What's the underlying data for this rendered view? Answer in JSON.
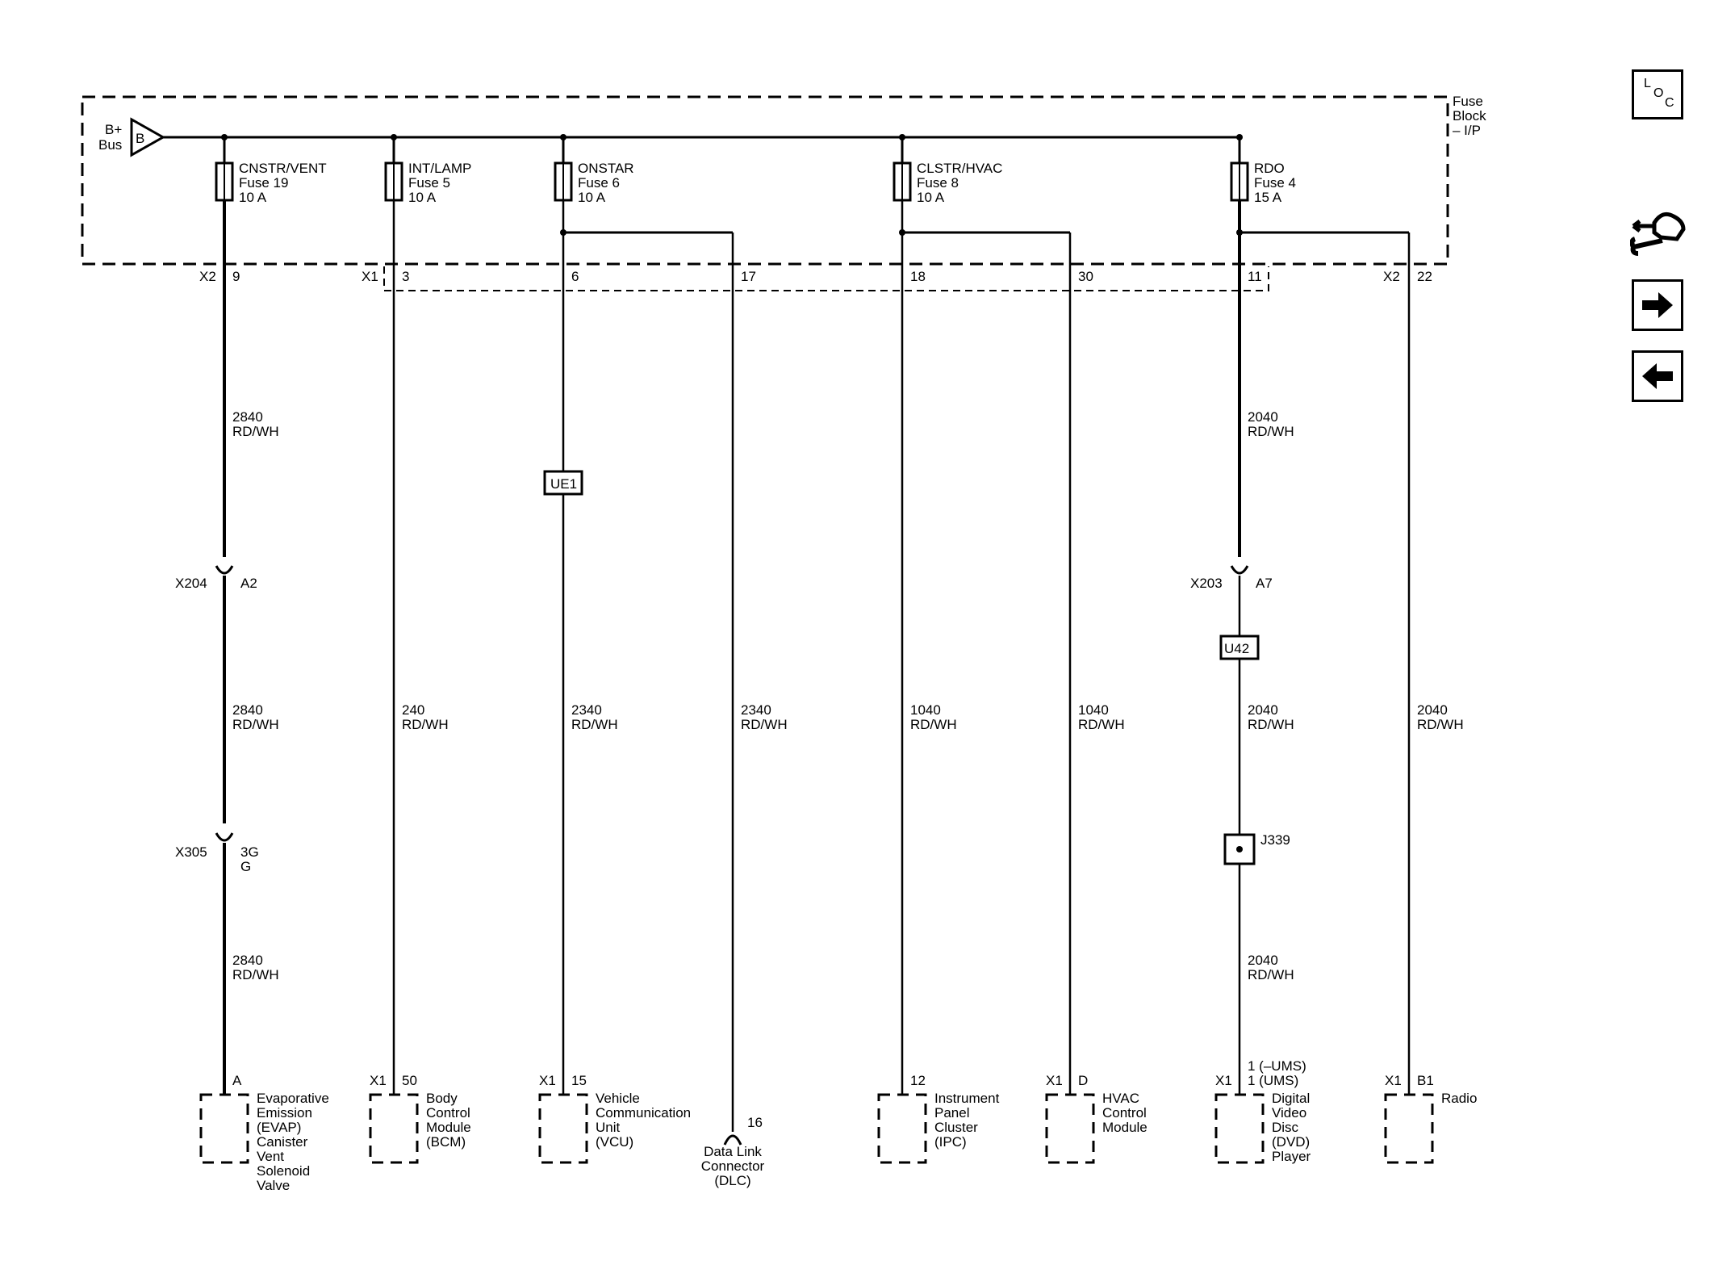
{
  "fuse_block": {
    "label_line1": "Fuse",
    "label_line2": "Block",
    "label_line3": "– I/P"
  },
  "bus": {
    "label_line1": "B+",
    "label_line2": "Bus",
    "symbol": "B"
  },
  "fuses": [
    {
      "name": "CNSTR/VENT",
      "fuse": "Fuse 19",
      "rating": "10 A"
    },
    {
      "name": "INT/LAMP",
      "fuse": "Fuse 5",
      "rating": "10 A"
    },
    {
      "name": "ONSTAR",
      "fuse": "Fuse 6",
      "rating": "10 A"
    },
    {
      "name": "CLSTR/HVAC",
      "fuse": "Fuse 8",
      "rating": "10 A"
    },
    {
      "name": "RDO",
      "fuse": "Fuse 4",
      "rating": "15 A"
    }
  ],
  "connectors": {
    "x2_left": "X2",
    "x1": "X1",
    "x2_right": "X2"
  },
  "pins": [
    "9",
    "3",
    "6",
    "17",
    "18",
    "30",
    "11",
    "22"
  ],
  "wires": {
    "w1_a": {
      "gauge": "2840",
      "color": "RD/WH"
    },
    "w1_b": {
      "gauge": "2840",
      "color": "RD/WH"
    },
    "w1_c": {
      "gauge": "2840",
      "color": "RD/WH"
    },
    "w2": {
      "gauge": "240",
      "color": "RD/WH"
    },
    "w3": {
      "gauge": "2340",
      "color": "RD/WH"
    },
    "w4": {
      "gauge": "2340",
      "color": "RD/WH"
    },
    "w5": {
      "gauge": "1040",
      "color": "RD/WH"
    },
    "w6": {
      "gauge": "1040",
      "color": "RD/WH"
    },
    "w7_a": {
      "gauge": "2040",
      "color": "RD/WH"
    },
    "w7_b": {
      "gauge": "2040",
      "color": "RD/WH"
    },
    "w7_c": {
      "gauge": "2040",
      "color": "RD/WH"
    },
    "w8": {
      "gauge": "2040",
      "color": "RD/WH"
    }
  },
  "inline_connectors": {
    "x204": {
      "name": "X204",
      "pin": "A2"
    },
    "x305": {
      "name": "X305",
      "pin_line1": "3G",
      "pin_line2": "G"
    },
    "x203": {
      "name": "X203",
      "pin": "A7"
    }
  },
  "splices": {
    "ue1": "UE1",
    "u42": "U42",
    "j339": "J339"
  },
  "components": {
    "evap": {
      "pin": "A",
      "lines": [
        "Evaporative",
        "Emission",
        "(EVAP)",
        "Canister",
        "Vent",
        "Solenoid",
        "Valve"
      ]
    },
    "bcm": {
      "conn": "X1",
      "pin": "50",
      "lines": [
        "Body",
        "Control",
        "Module",
        "(BCM)"
      ]
    },
    "vcu": {
      "conn": "X1",
      "pin": "15",
      "lines": [
        "Vehicle",
        "Communication",
        "Unit",
        "(VCU)"
      ]
    },
    "dlc": {
      "pin": "16",
      "lines": [
        "Data Link",
        "Connector",
        "(DLC)"
      ]
    },
    "ipc": {
      "pin": "12",
      "lines": [
        "Instrument",
        "Panel",
        "Cluster",
        "(IPC)"
      ]
    },
    "hvac": {
      "conn": "X1",
      "pin": "D",
      "lines": [
        "HVAC",
        "Control",
        "Module"
      ]
    },
    "dvd": {
      "conn": "X1",
      "pin_line1": "1 (–UMS)",
      "pin_line2": "1 (UMS)",
      "lines": [
        "Digital",
        "Video",
        "Disc",
        "(DVD)",
        "Player"
      ]
    },
    "radio": {
      "conn": "X1",
      "pin": "B1",
      "lines": [
        "Radio"
      ]
    }
  },
  "nav": {
    "loc_l": "L",
    "loc_o": "O",
    "loc_c": "C",
    "diagnostic_icon": "wrench-hand-icon",
    "forward_icon": "arrow-right-icon",
    "back_icon": "arrow-left-icon"
  }
}
